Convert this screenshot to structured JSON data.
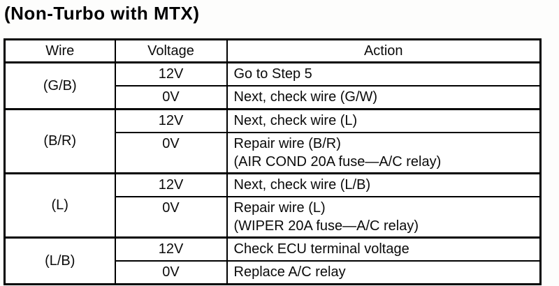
{
  "page": {
    "title": "(Non-Turbo with MTX)"
  },
  "colors": {
    "ink": "#000000",
    "paper": "#fdfdfc"
  },
  "table": {
    "headers": {
      "wire": "Wire",
      "voltage": "Voltage",
      "action": "Action"
    },
    "groups": [
      {
        "wire": "(G/B)",
        "rows": [
          {
            "voltage": "12V",
            "action": "Go to Step 5"
          },
          {
            "voltage": "0V",
            "action": "Next, check wire (G/W)"
          }
        ]
      },
      {
        "wire": "(B/R)",
        "rows": [
          {
            "voltage": "12V",
            "action": "Next, check wire (L)"
          },
          {
            "voltage": "0V",
            "action": "Repair wire (B/R)",
            "action_line2": "(AIR COND 20A fuse—A/C relay)"
          }
        ]
      },
      {
        "wire": "(L)",
        "rows": [
          {
            "voltage": "12V",
            "action": "Next, check wire (L/B)"
          },
          {
            "voltage": "0V",
            "action": "Repair wire (L)",
            "action_line2": "(WIPER 20A fuse—A/C relay)"
          }
        ]
      },
      {
        "wire": "(L/B)",
        "rows": [
          {
            "voltage": "12V",
            "action": "Check ECU terminal voltage"
          },
          {
            "voltage": "0V",
            "action": "Replace A/C relay"
          }
        ]
      }
    ]
  }
}
